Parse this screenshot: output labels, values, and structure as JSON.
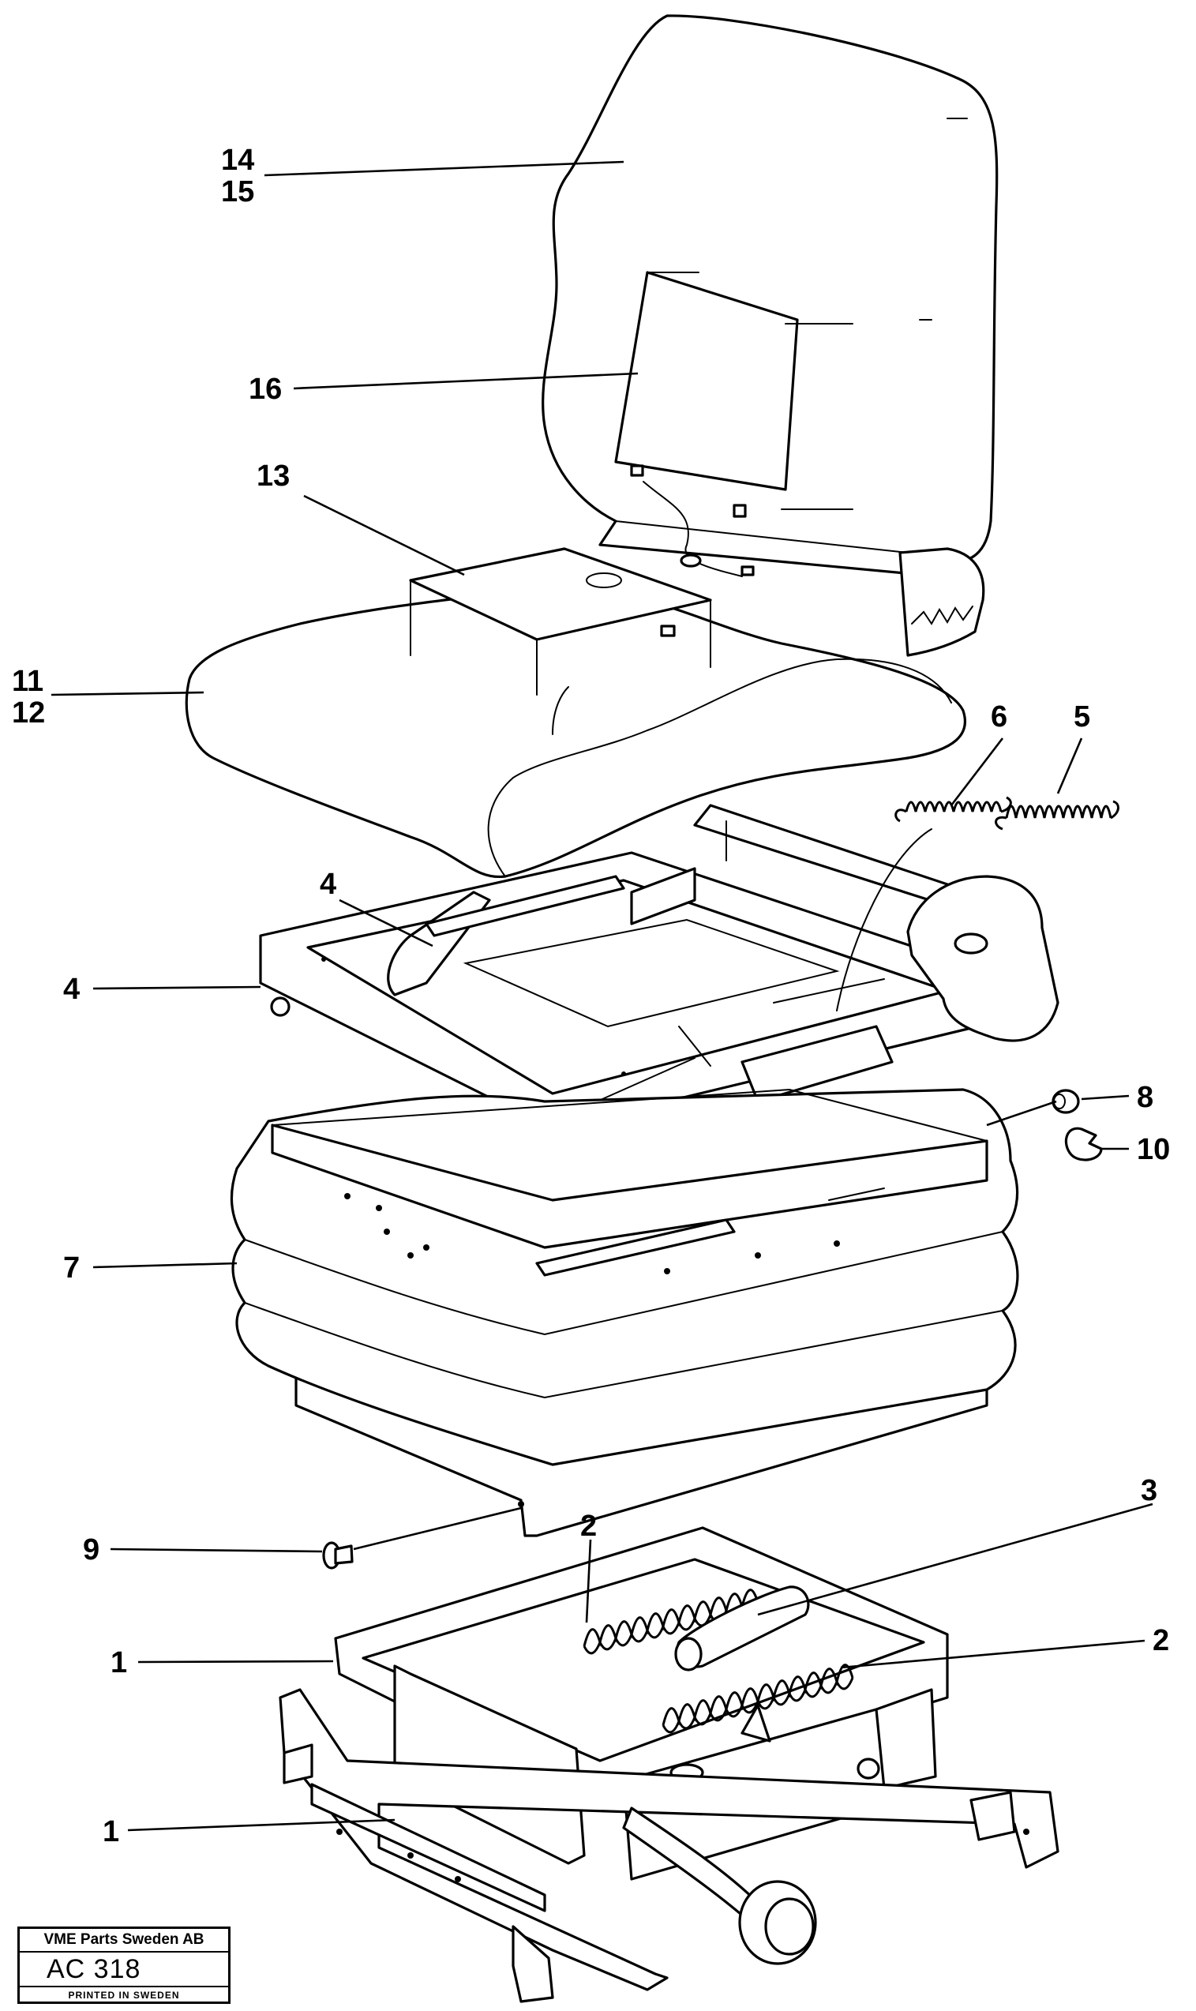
{
  "callouts": [
    {
      "id": "c14",
      "label": "14"
    },
    {
      "id": "c15",
      "label": "15"
    },
    {
      "id": "c16",
      "label": "16"
    },
    {
      "id": "c13",
      "label": "13"
    },
    {
      "id": "c11",
      "label": "11"
    },
    {
      "id": "c12",
      "label": "12"
    },
    {
      "id": "c6",
      "label": "6"
    },
    {
      "id": "c5",
      "label": "5"
    },
    {
      "id": "c4a",
      "label": "4"
    },
    {
      "id": "c4b",
      "label": "4"
    },
    {
      "id": "c8",
      "label": "8"
    },
    {
      "id": "c10",
      "label": "10"
    },
    {
      "id": "c7",
      "label": "7"
    },
    {
      "id": "c3",
      "label": "3"
    },
    {
      "id": "c2a",
      "label": "2"
    },
    {
      "id": "c9",
      "label": "9"
    },
    {
      "id": "c2b",
      "label": "2"
    },
    {
      "id": "c1a",
      "label": "1"
    },
    {
      "id": "c1b",
      "label": "1"
    }
  ],
  "title_block": {
    "company": "VME Parts Sweden AB",
    "code": "AC 318",
    "printed": "PRINTED IN SWEDEN"
  }
}
